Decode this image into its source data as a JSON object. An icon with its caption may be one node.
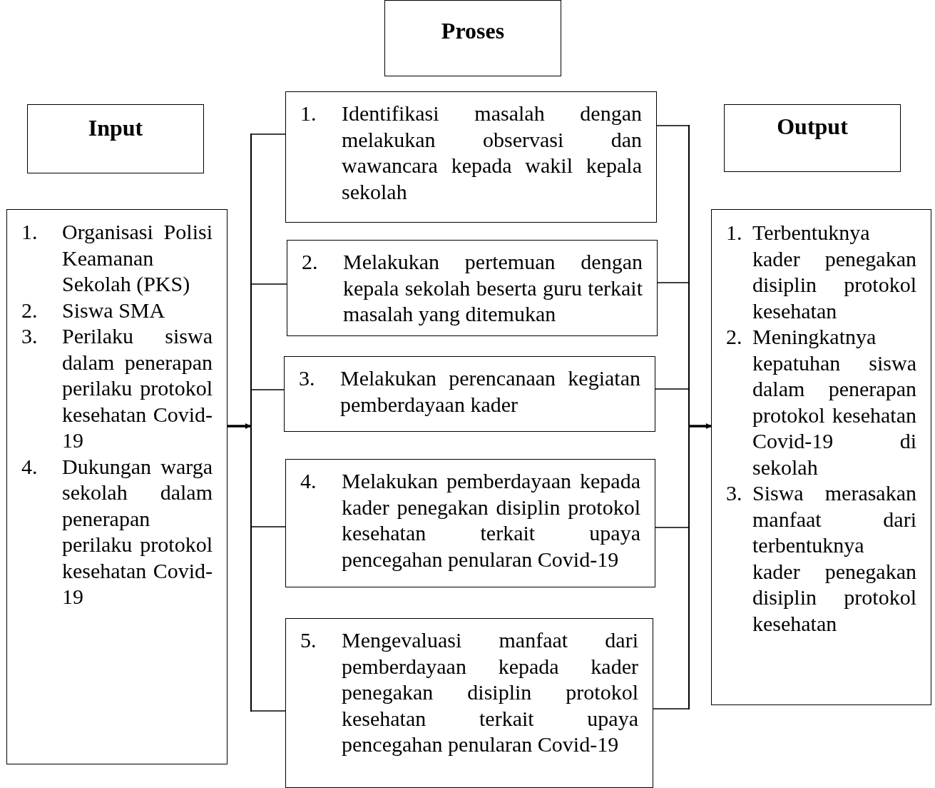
{
  "diagram": {
    "nodes": [
      {
        "text": [
          "Proses"
        ]
      },
      {
        "text": [
          "Input"
        ]
      },
      {
        "text": [
          "Output"
        ]
      },
      {
        "text": [
          "1. Organisasi Polisi Keamanan Sekolah (PKS)",
          "2. Siswa SMA",
          "3. Perilaku siswa dalam penerapan perilaku protokol kesehatan Covid-19",
          "4. Dukungan warga sekolah dalam penerapan perilaku protokol kesehatan Covid-19"
        ]
      },
      {
        "text": [
          "1. Identifikasi masalah dengan melakukan observasi dan wawancara kepada wakil kepala sekolah"
        ]
      },
      {
        "text": [
          "2. Melakukan pertemuan dengan kepala sekolah beserta guru terkait masalah yang ditemukan"
        ]
      },
      {
        "text": [
          "3. Melakukan perencanaan kegiatan pemberdayaan kader"
        ]
      },
      {
        "text": [
          "4. Melakukan pemberdayaan kepada kader penegakan disiplin protokol kesehatan terkait upaya pencegahan penularan Covid-19"
        ]
      },
      {
        "text": [
          "5. Mengevaluasi manfaat dari pemberdayaan kepada kader penegakan disiplin protokol kesehatan terkait upaya pencegahan penularan Covid-19"
        ]
      },
      {
        "text": [
          "1. Terbentuknya kader penegakan disiplin protokol kesehatan",
          "2. Meningkatnya kepatuhan siswa dalam penerapan protokol kesehatan Covid-19 di sekolah",
          "3. Siswa merasakan manfaat dari terbentuknya kader penegakan disiplin protokol kesehatan"
        ]
      },
      {
        "text": [],
        "shape": "bar"
      },
      {
        "text": [],
        "shape": "bar"
      }
    ],
    "edges": [
      {
        "from": 3,
        "to": 10,
        "arrow": "to",
        "style": "thick"
      },
      {
        "from": 10,
        "to": 4,
        "arrow": "none"
      },
      {
        "from": 10,
        "to": 5,
        "arrow": "none"
      },
      {
        "from": 10,
        "to": 6,
        "arrow": "none"
      },
      {
        "from": 10,
        "to": 7,
        "arrow": "none"
      },
      {
        "from": 10,
        "to": 8,
        "arrow": "none"
      },
      {
        "from": 4,
        "to": 11,
        "arrow": "none"
      },
      {
        "from": 5,
        "to": 11,
        "arrow": "none"
      },
      {
        "from": 6,
        "to": 11,
        "arrow": "none"
      },
      {
        "from": 7,
        "to": 11,
        "arrow": "none"
      },
      {
        "from": 8,
        "to": 11,
        "arrow": "none"
      },
      {
        "from": 11,
        "to": 9,
        "arrow": "to",
        "style": "thick"
      }
    ]
  }
}
